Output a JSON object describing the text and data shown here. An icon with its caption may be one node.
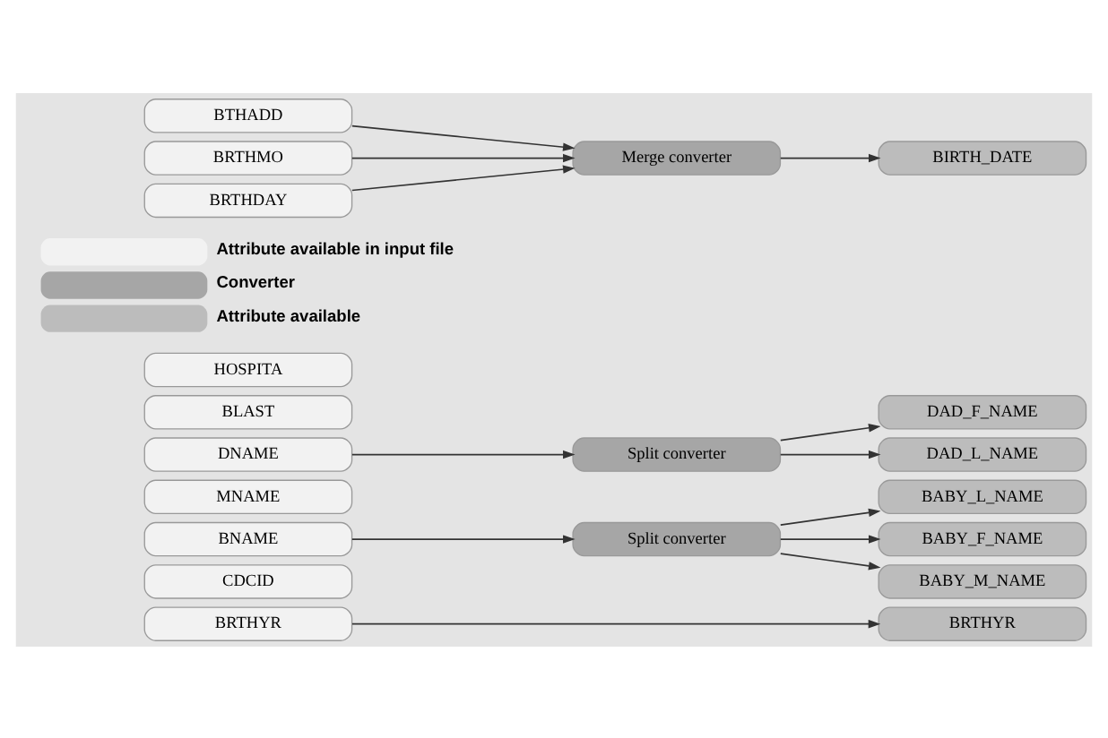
{
  "diagram": {
    "nodes": [
      {
        "text": [
          "BRTHYR"
        ]
      },
      {
        "text": [
          "CDCID"
        ]
      },
      {
        "text": [
          "BNAME"
        ]
      },
      {
        "text": [
          "MNAME"
        ]
      },
      {
        "text": [
          "DNAME"
        ]
      },
      {
        "text": [
          "BLAST"
        ]
      },
      {
        "text": [
          "HOSPITA"
        ]
      },
      {
        "text": [
          "BTHADD"
        ]
      },
      {
        "text": [
          "BRTHMO"
        ]
      },
      {
        "text": [
          "BRTHDAY"
        ]
      },
      {
        "text": [
          "BRTHYR"
        ]
      },
      {
        "text": [
          "BABY_L_NAME"
        ]
      },
      {
        "text": [
          "Split converter"
        ]
      },
      {
        "text": [
          "BABY_F_NAME"
        ]
      },
      {
        "text": [
          "BABY_M_NAME"
        ]
      },
      {
        "text": [
          "Split converter"
        ]
      },
      {
        "text": [
          "DAD_F_NAME"
        ]
      },
      {
        "text": [
          "DAD_L_NAME"
        ]
      },
      {
        "text": [
          "Merge converter"
        ]
      },
      {
        "text": [
          "BIRTH_DATE"
        ]
      }
    ],
    "edges": [
      {
        "from": 0,
        "to": 10,
        "arrow": "to"
      },
      {
        "from": 2,
        "to": 12,
        "arrow": "to"
      },
      {
        "from": 12,
        "to": 11,
        "arrow": "to"
      },
      {
        "from": 12,
        "to": 13,
        "arrow": "to"
      },
      {
        "from": 12,
        "to": 14,
        "arrow": "to"
      },
      {
        "from": 4,
        "to": 15,
        "arrow": "to"
      },
      {
        "from": 15,
        "to": 16,
        "arrow": "to"
      },
      {
        "from": 15,
        "to": 17,
        "arrow": "to"
      },
      {
        "from": 7,
        "to": 18,
        "arrow": "to"
      },
      {
        "from": 8,
        "to": 18,
        "arrow": "to"
      },
      {
        "from": 9,
        "to": 18,
        "arrow": "to"
      },
      {
        "from": 18,
        "to": 19,
        "arrow": "to"
      }
    ],
    "legend": [
      {
        "text": "Attribute available in input file",
        "color": "#f2f2f2"
      },
      {
        "text": "Converter",
        "color": "#a6a6a6"
      },
      {
        "text": "Attribute available",
        "color": "#bcbcbc"
      }
    ]
  }
}
